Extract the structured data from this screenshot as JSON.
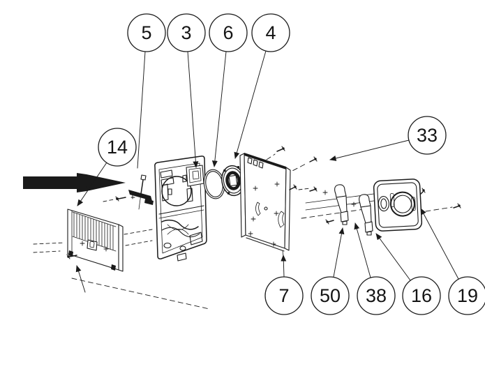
{
  "diagram": {
    "type": "exploded-parts-diagram",
    "background_color": "#ffffff",
    "line_color": "#1a1a1a",
    "callouts": [
      {
        "id": "5",
        "label": "5"
      },
      {
        "id": "3",
        "label": "3"
      },
      {
        "id": "6",
        "label": "6"
      },
      {
        "id": "4",
        "label": "4"
      },
      {
        "id": "33",
        "label": "33"
      },
      {
        "id": "14",
        "label": "14"
      },
      {
        "id": "7",
        "label": "7"
      },
      {
        "id": "50",
        "label": "50"
      },
      {
        "id": "38",
        "label": "38"
      },
      {
        "id": "16",
        "label": "16"
      },
      {
        "id": "19",
        "label": "19"
      }
    ]
  }
}
